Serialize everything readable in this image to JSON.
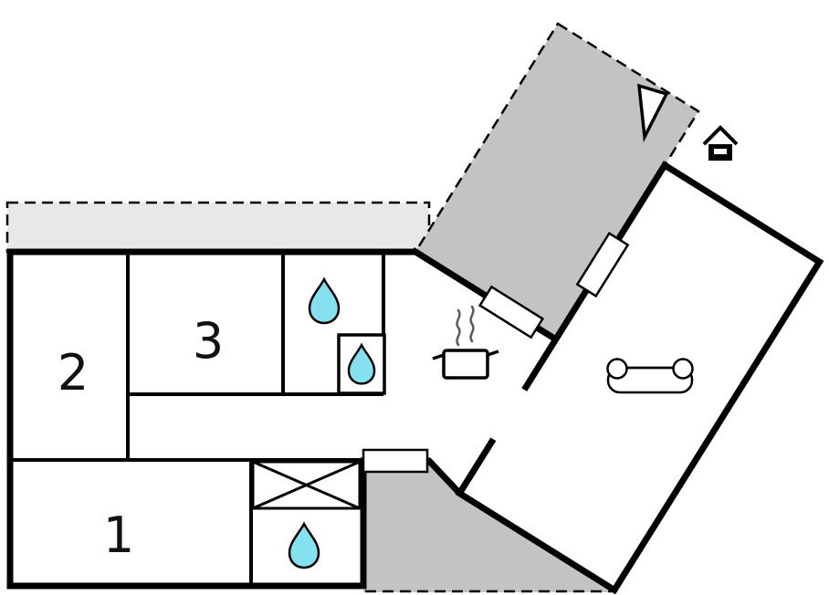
{
  "plan": {
    "type": "floor-plan",
    "room_labels": [
      {
        "id": "room-1",
        "label": "1"
      },
      {
        "id": "room-2",
        "label": "2"
      },
      {
        "id": "room-3",
        "label": "3"
      }
    ],
    "colors": {
      "walls": "#000000",
      "floor": "#ffffff",
      "terrace_light": "#e8e8e8",
      "terrace_dark": "#c3c3c3",
      "water_drop": "#85e1f0",
      "steam": "#5a5a5a"
    },
    "icons": {
      "water_drop": "water-drop",
      "stove": "stove-pot-with-steam",
      "sofa": "sofa",
      "north_arrow": "north-arrow",
      "sauna": "house-sauna",
      "wardrobe": "crossed-box"
    }
  }
}
